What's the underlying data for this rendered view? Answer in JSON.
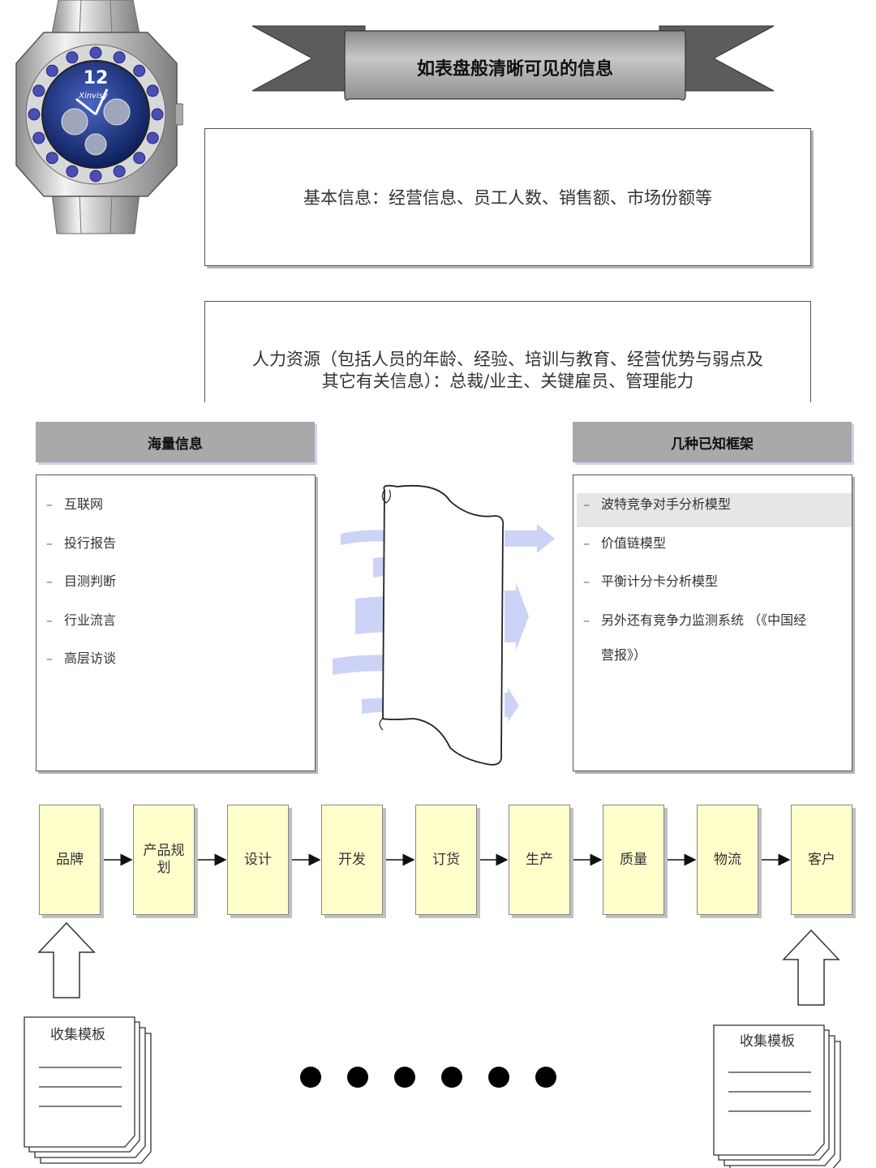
{
  "banner": {
    "title": "如表盘般清晰可见的信息"
  },
  "watch": {
    "brand": "Xinvisy",
    "numeral": "12"
  },
  "info_boxes": [
    {
      "text": "基本信息：经营信息、员工人数、销售额、市场份额等"
    },
    {
      "line1": "人力资源（包括人员的年龄、经验、培训与教育、经营优势与弱点及",
      "line2": "其它有关信息）：总裁/业主、关键雇员、管理能力"
    }
  ],
  "left_panel": {
    "header": "海量信息",
    "items": [
      {
        "label": "互联网"
      },
      {
        "label": "投行报告"
      },
      {
        "label": "目测判断"
      },
      {
        "label": "行业流言"
      },
      {
        "label": "高层访谈"
      }
    ]
  },
  "right_panel": {
    "header": "几种已知框架",
    "items": [
      {
        "label": "波特竞争对手分析模型",
        "highlighted": true
      },
      {
        "label": "价值链模型"
      },
      {
        "label": "平衡计分卡分析模型"
      },
      {
        "label": "另外还有竞争力监测系统 （《中国经"
      }
    ],
    "continuation": "营报》）"
  },
  "process": {
    "steps": [
      {
        "line1": "品牌",
        "line2": ""
      },
      {
        "line1": "产品规",
        "line2": "划"
      },
      {
        "line1": "设计",
        "line2": ""
      },
      {
        "line1": "开发",
        "line2": ""
      },
      {
        "line1": "订货",
        "line2": ""
      },
      {
        "line1": "生产",
        "line2": ""
      },
      {
        "line1": "质量",
        "line2": ""
      },
      {
        "line1": "物流",
        "line2": ""
      },
      {
        "line1": "客户",
        "line2": ""
      }
    ]
  },
  "templates": {
    "left_label": "收集模板",
    "right_label": "收集模板"
  },
  "colors": {
    "process_fill": "#ffffcc",
    "header_gray": "#a9a9a9",
    "arrow_lavender": "#cdd3f7",
    "banner_gray": "#a3a3a3"
  }
}
